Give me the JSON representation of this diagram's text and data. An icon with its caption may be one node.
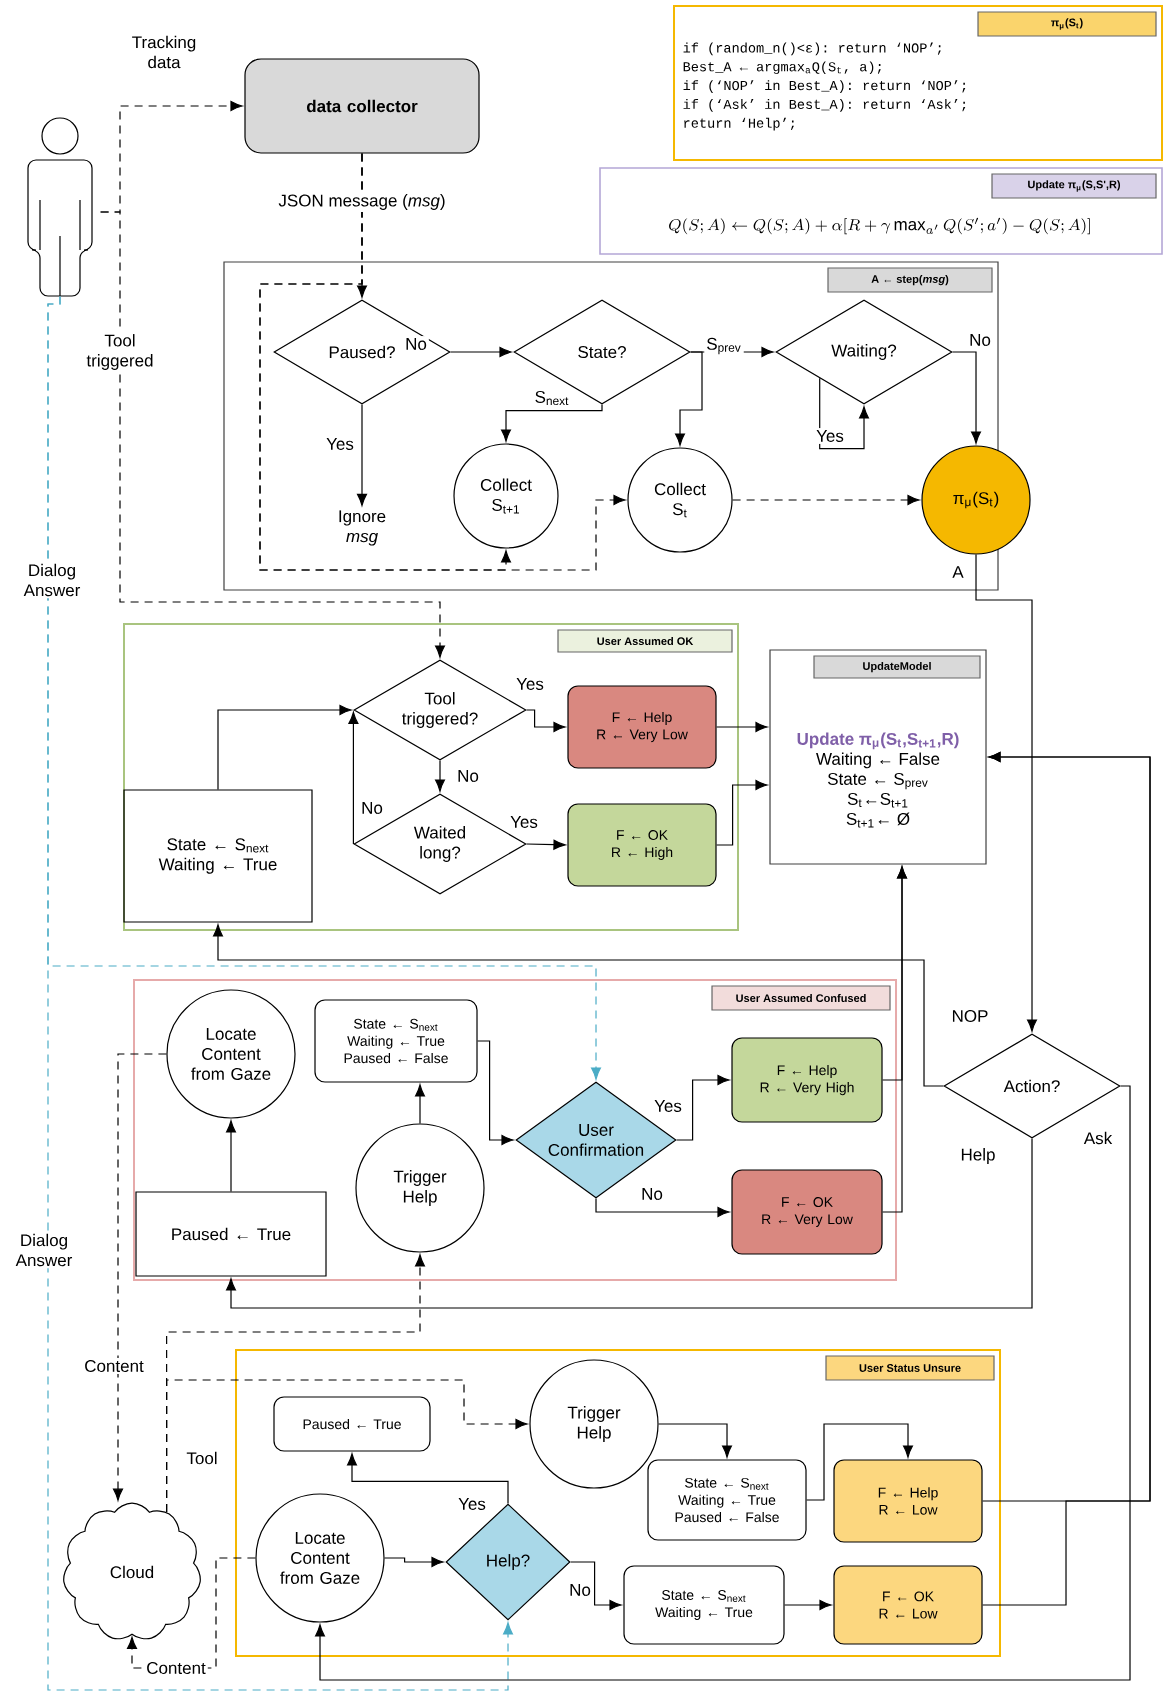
{
  "diagram": {
    "nodes": [
      {
        "text": [],
        "shape": "person"
      },
      {
        "text": [
          "data collector"
        ]
      },
      {
        "text": [
          "π$_{μ}$(S$_{t}$)",
          "if (random_n()<ε): return ‘NOP’;",
          "Best_A ← argmax$_{a}$Q(S$_{t}$, a);",
          "if (‘NOP’ in Best_A): return ‘NOP’;",
          "if (‘Ask’ in Best_A): return ‘Ask’;",
          "return ‘Help’;"
        ]
      },
      {
        "text": [
          "Update π$_{μ}$(S,S',R)",
          "Q(S; A) \\leftarrow Q(S; A) + \\alpha[R + \\gamma \\max_{a'} Q(S'; a') - Q(S; A)]"
        ]
      },
      {
        "text": [
          "A ← step(*msg*)"
        ]
      },
      {
        "text": [
          "Paused?"
        ],
        "in": 4
      },
      {
        "text": [
          "State?"
        ],
        "in": 4
      },
      {
        "text": [
          "Waiting?"
        ],
        "in": 4
      },
      {
        "text": [
          "Ignore *msg*"
        ],
        "in": 4
      },
      {
        "text": [
          "Collect S$_{t+1}$"
        ],
        "in": 4
      },
      {
        "text": [
          "Collect S$_{t}$"
        ],
        "in": 4
      },
      {
        "text": [
          "π$_{μ}$(S$_{t}$)"
        ],
        "in": 4
      },
      {
        "text": [
          "User Assumed OK"
        ]
      },
      {
        "text": [
          "Tool triggered?"
        ],
        "in": 12
      },
      {
        "text": [
          "Waited long?"
        ],
        "in": 12
      },
      {
        "text": [
          "F ← Help",
          "R ← Very Low"
        ],
        "in": 12
      },
      {
        "text": [
          "F ← OK",
          "R ← High"
        ],
        "in": 12
      },
      {
        "text": [
          "State ← S$_{next}$",
          "Waiting ← True"
        ],
        "in": 12
      },
      {
        "text": [
          "UpdateModel",
          "Update π$_{μ}$(S$_{t}$,S$_{t+1}$,R)",
          "Waiting ← False",
          "State ← S$_{prev}$",
          "S$_{t}$←S$_{t+1}$",
          "S$_{t+1}$← Ø"
        ]
      },
      {
        "text": [
          "User Assumed Confused"
        ]
      },
      {
        "text": [
          "Locate Content from Gaze"
        ],
        "in": 19
      },
      {
        "text": [
          "State ← S$_{next}$",
          "Waiting ← True",
          "Paused ← False"
        ],
        "in": 19
      },
      {
        "text": [
          "User Confirmation"
        ],
        "in": 19
      },
      {
        "text": [
          "F ← Help",
          "R ← Very High"
        ],
        "in": 19
      },
      {
        "text": [
          "F ← OK",
          "R ← Very Low"
        ],
        "in": 19
      },
      {
        "text": [
          "Paused ← True"
        ],
        "in": 19
      },
      {
        "text": [
          "Trigger Help"
        ],
        "in": 19
      },
      {
        "text": [
          "Action?"
        ]
      },
      {
        "text": [
          "Cloud"
        ]
      },
      {
        "text": [
          "User Status Unsure"
        ]
      },
      {
        "text": [
          "Trigger Help"
        ],
        "in": 29
      },
      {
        "text": [
          "Paused ← True"
        ],
        "in": 29
      },
      {
        "text": [
          "Locate Content from Gaze"
        ],
        "in": 29
      },
      {
        "text": [
          "Help?"
        ],
        "in": 29
      },
      {
        "text": [
          "State ← S$_{next}$",
          "Waiting ← True",
          "Paused ← False"
        ],
        "in": 29
      },
      {
        "text": [
          "F ← Help",
          "R ← Low"
        ],
        "in": 29
      },
      {
        "text": [
          "State ← S$_{next}$",
          "Waiting ← True"
        ],
        "in": 29
      },
      {
        "text": [
          "F ← OK",
          "R ← Low"
        ],
        "in": 29
      }
    ],
    "edges": [
      {
        "from": 0,
        "to": 1,
        "arrow": "to",
        "style": "dashed",
        "label": "Tracking data"
      },
      {
        "from": 0,
        "to": 13,
        "arrow": "to",
        "style": "dashed",
        "label": "Tool triggered"
      },
      {
        "from": 0,
        "to": 22,
        "arrow": "to",
        "style": "dashed",
        "color": "#4bacc6",
        "label": "Dialog Answer"
      },
      {
        "from": 0,
        "to": 33,
        "arrow": "to",
        "style": "dashed",
        "color": "#4bacc6",
        "label": "Dialog Answer"
      },
      {
        "from": 1,
        "to": 5,
        "arrow": "to",
        "style": "dashed",
        "label": "JSON message (*msg*)"
      },
      {
        "from": 1,
        "to": 9,
        "arrow": "to",
        "style": "dashed"
      },
      {
        "from": 1,
        "to": 10,
        "arrow": "to",
        "style": "dashed"
      },
      {
        "from": 5,
        "to": 6,
        "arrow": "to",
        "label": "No"
      },
      {
        "from": 5,
        "to": 8,
        "arrow": "to",
        "label": "Yes"
      },
      {
        "from": 6,
        "to": 9,
        "arrow": "to",
        "label": "S$_{next}$"
      },
      {
        "from": 6,
        "to": 7,
        "arrow": "to",
        "label": "S$_{prev}$"
      },
      {
        "from": 6,
        "to": 10,
        "arrow": "to"
      },
      {
        "from": 7,
        "to": 7,
        "arrow": "to",
        "label": "Yes"
      },
      {
        "from": 7,
        "to": 11,
        "arrow": "to",
        "label": "No"
      },
      {
        "from": 10,
        "to": 11,
        "arrow": "to",
        "style": "dashed"
      },
      {
        "from": 11,
        "to": 27,
        "arrow": "to",
        "label": "A"
      },
      {
        "from": 13,
        "to": 15,
        "arrow": "to",
        "label": "Yes"
      },
      {
        "from": 13,
        "to": 14,
        "arrow": "to",
        "label": "No"
      },
      {
        "from": 14,
        "to": 16,
        "arrow": "to",
        "label": "Yes"
      },
      {
        "from": 14,
        "to": 13,
        "arrow": "to",
        "label": "No"
      },
      {
        "from": 17,
        "to": 13,
        "arrow": "to"
      },
      {
        "from": 15,
        "to": 18,
        "arrow": "to"
      },
      {
        "from": 16,
        "to": 18,
        "arrow": "to"
      },
      {
        "from": 27,
        "to": 17,
        "arrow": "to",
        "label": "NOP"
      },
      {
        "from": 27,
        "to": 25,
        "arrow": "to",
        "label": "Help"
      },
      {
        "from": 27,
        "to": 32,
        "arrow": "to",
        "label": "Ask"
      },
      {
        "from": 25,
        "to": 20,
        "arrow": "to"
      },
      {
        "from": 26,
        "to": 21,
        "arrow": "to"
      },
      {
        "from": 21,
        "to": 22,
        "arrow": "to"
      },
      {
        "from": 22,
        "to": 23,
        "arrow": "to",
        "label": "Yes"
      },
      {
        "from": 22,
        "to": 24,
        "arrow": "to",
        "label": "No"
      },
      {
        "from": 23,
        "to": 18,
        "arrow": "to"
      },
      {
        "from": 24,
        "to": 18,
        "arrow": "to"
      },
      {
        "from": 20,
        "to": 28,
        "arrow": "to",
        "style": "dashed",
        "label": "Content"
      },
      {
        "from": 28,
        "to": 26,
        "arrow": "to",
        "style": "dashed",
        "label": "Tool"
      },
      {
        "from": 28,
        "to": 30,
        "arrow": "to",
        "style": "dashed"
      },
      {
        "from": 32,
        "to": 28,
        "arrow": "to",
        "style": "dashed",
        "label": "Content"
      },
      {
        "from": 32,
        "to": 33,
        "arrow": "to"
      },
      {
        "from": 33,
        "to": 31,
        "arrow": "to",
        "label": "Yes"
      },
      {
        "from": 33,
        "to": 36,
        "arrow": "to",
        "label": "No"
      },
      {
        "from": 30,
        "to": 34,
        "arrow": "to"
      },
      {
        "from": 34,
        "to": 35,
        "arrow": "to"
      },
      {
        "from": 36,
        "to": 37,
        "arrow": "to"
      },
      {
        "from": 35,
        "to": 18,
        "arrow": "to"
      },
      {
        "from": 37,
        "to": 18,
        "arrow": "to"
      }
    ]
  }
}
